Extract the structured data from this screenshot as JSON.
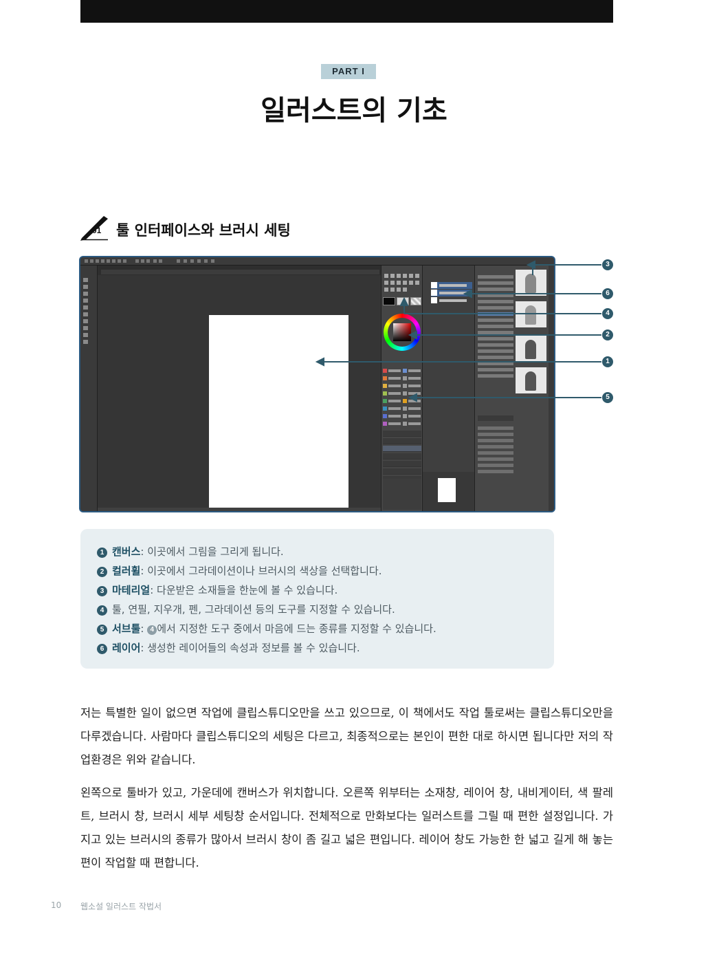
{
  "header": {
    "part_label": "PART I",
    "part_title": "일러스트의 기초"
  },
  "section": {
    "number": "01",
    "title": "툴 인터페이스와 브러시 세팅"
  },
  "screenshot": {
    "callouts": [
      "3",
      "6",
      "4",
      "2",
      "1",
      "5"
    ],
    "colors": {
      "frame": "#2b5a82",
      "callout_line": "#2f5a6b",
      "workspace": "#353535",
      "canvas": "#ffffff"
    }
  },
  "legend": {
    "items": [
      {
        "num": "1",
        "term": "캔버스",
        "text": ": 이곳에서 그림을 그리게 됩니다."
      },
      {
        "num": "2",
        "term": "컬러휠",
        "text": ": 이곳에서 그라데이션이나 브러시의 색상을 선택합니다."
      },
      {
        "num": "3",
        "term": "마테리얼",
        "text": ": 다운받은 소재들을 한눈에 볼 수 있습니다."
      },
      {
        "num": "4",
        "term": "",
        "text": "툴, 연필, 지우개, 펜, 그라데이션 등의 도구를 지정할 수 있습니다."
      },
      {
        "num": "5",
        "term": "서브툴",
        "text_pre": ": ",
        "ref": "4",
        "text": "에서 지정한 도구 중에서 마음에 드는 종류를 지정할 수 있습니다."
      },
      {
        "num": "6",
        "term": "레이어",
        "text": ": 생성한 레이어들의 속성과 정보를 볼 수 있습니다."
      }
    ]
  },
  "body": {
    "paragraph_1": "저는 특별한 일이 없으면 작업에 클립스튜디오만을 쓰고 있으므로, 이 책에서도 작업 툴로써는 클립스튜디오만을 다루겠습니다. 사람마다 클립스튜디오의 세팅은 다르고, 최종적으로는 본인이 편한 대로 하시면 됩니다만 저의 작업환경은 위와 같습니다.",
    "paragraph_2": "왼쪽으로 툴바가 있고, 가운데에 캔버스가 위치합니다. 오른쪽 위부터는 소재창, 레이어 창, 내비게이터, 색 팔레트, 브러시 창, 브러시 세부 세팅창 순서입니다. 전체적으로 만화보다는 일러스트를 그릴 때 편한 설정입니다. 가지고 있는 브러시의 종류가 많아서 브러시 창이 좀 길고 넓은 편입니다. 레이어 창도 가능한 한 넓고 길게 해 놓는 편이 작업할 때 편합니다."
  },
  "footer": {
    "page_number": "10",
    "book_title": "웹소설 일러스트 작법서"
  }
}
